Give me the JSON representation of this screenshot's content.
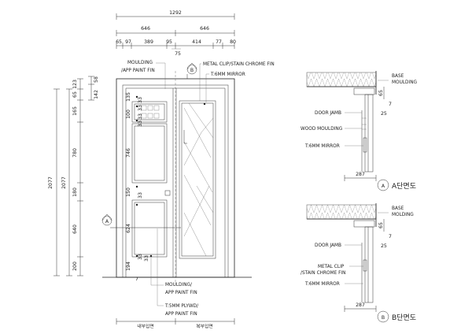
{
  "elevation": {
    "overall_width": "1292",
    "top_dims_row1": [
      "646",
      "646"
    ],
    "top_dims_row2": [
      "65",
      "97",
      "389",
      "95",
      "414",
      "77",
      "80"
    ],
    "top_dim_75": "75",
    "left_dims_outer": [
      "2077"
    ],
    "left_dims_inner": [
      "2077"
    ],
    "left_dims_col3": [
      "123",
      "65",
      "165",
      "780",
      "180",
      "640",
      "200"
    ],
    "left_dims_col4": [
      "58",
      "142"
    ],
    "panel_dims": [
      "135",
      "33",
      "33",
      "100",
      "33",
      "33",
      "746",
      "150",
      "33",
      "624",
      "33",
      "194",
      "33",
      "7"
    ],
    "notes": {
      "moulding_top": "MOULDING",
      "paint_top": "/APP PAINT FIN",
      "metal_clip": "METAL CLIP/STAIN CHROME FIN",
      "mirror": "T:6MM MIRROR",
      "moulding_bottom": "MOULDING/",
      "paint_bottom": "APP PAINT FIN",
      "plywood": "T:5MM PLYWD/",
      "paint_plywood": "APP PAINT FIN"
    },
    "callout_a": "A",
    "callout_b": "B",
    "bottom_labels": [
      "내부입면",
      "복부입면"
    ]
  },
  "section_a": {
    "labels": [
      "BASE",
      "MOULDING",
      "DOOR JAMB",
      "WOOD MOULDING",
      "T:6MM MIRROR"
    ],
    "dims": [
      "65",
      "7",
      "25",
      "287"
    ],
    "title": "A단면도",
    "marker": "A"
  },
  "section_b": {
    "labels": [
      "BASE",
      "MOLDING",
      "DOOR JAMB",
      "METAL CLIP",
      "/STAIN CHROME FIN",
      "T:6MM MIRROR"
    ],
    "dims": [
      "65",
      "7",
      "25",
      "287"
    ],
    "title": "B단면도",
    "marker": "B"
  }
}
